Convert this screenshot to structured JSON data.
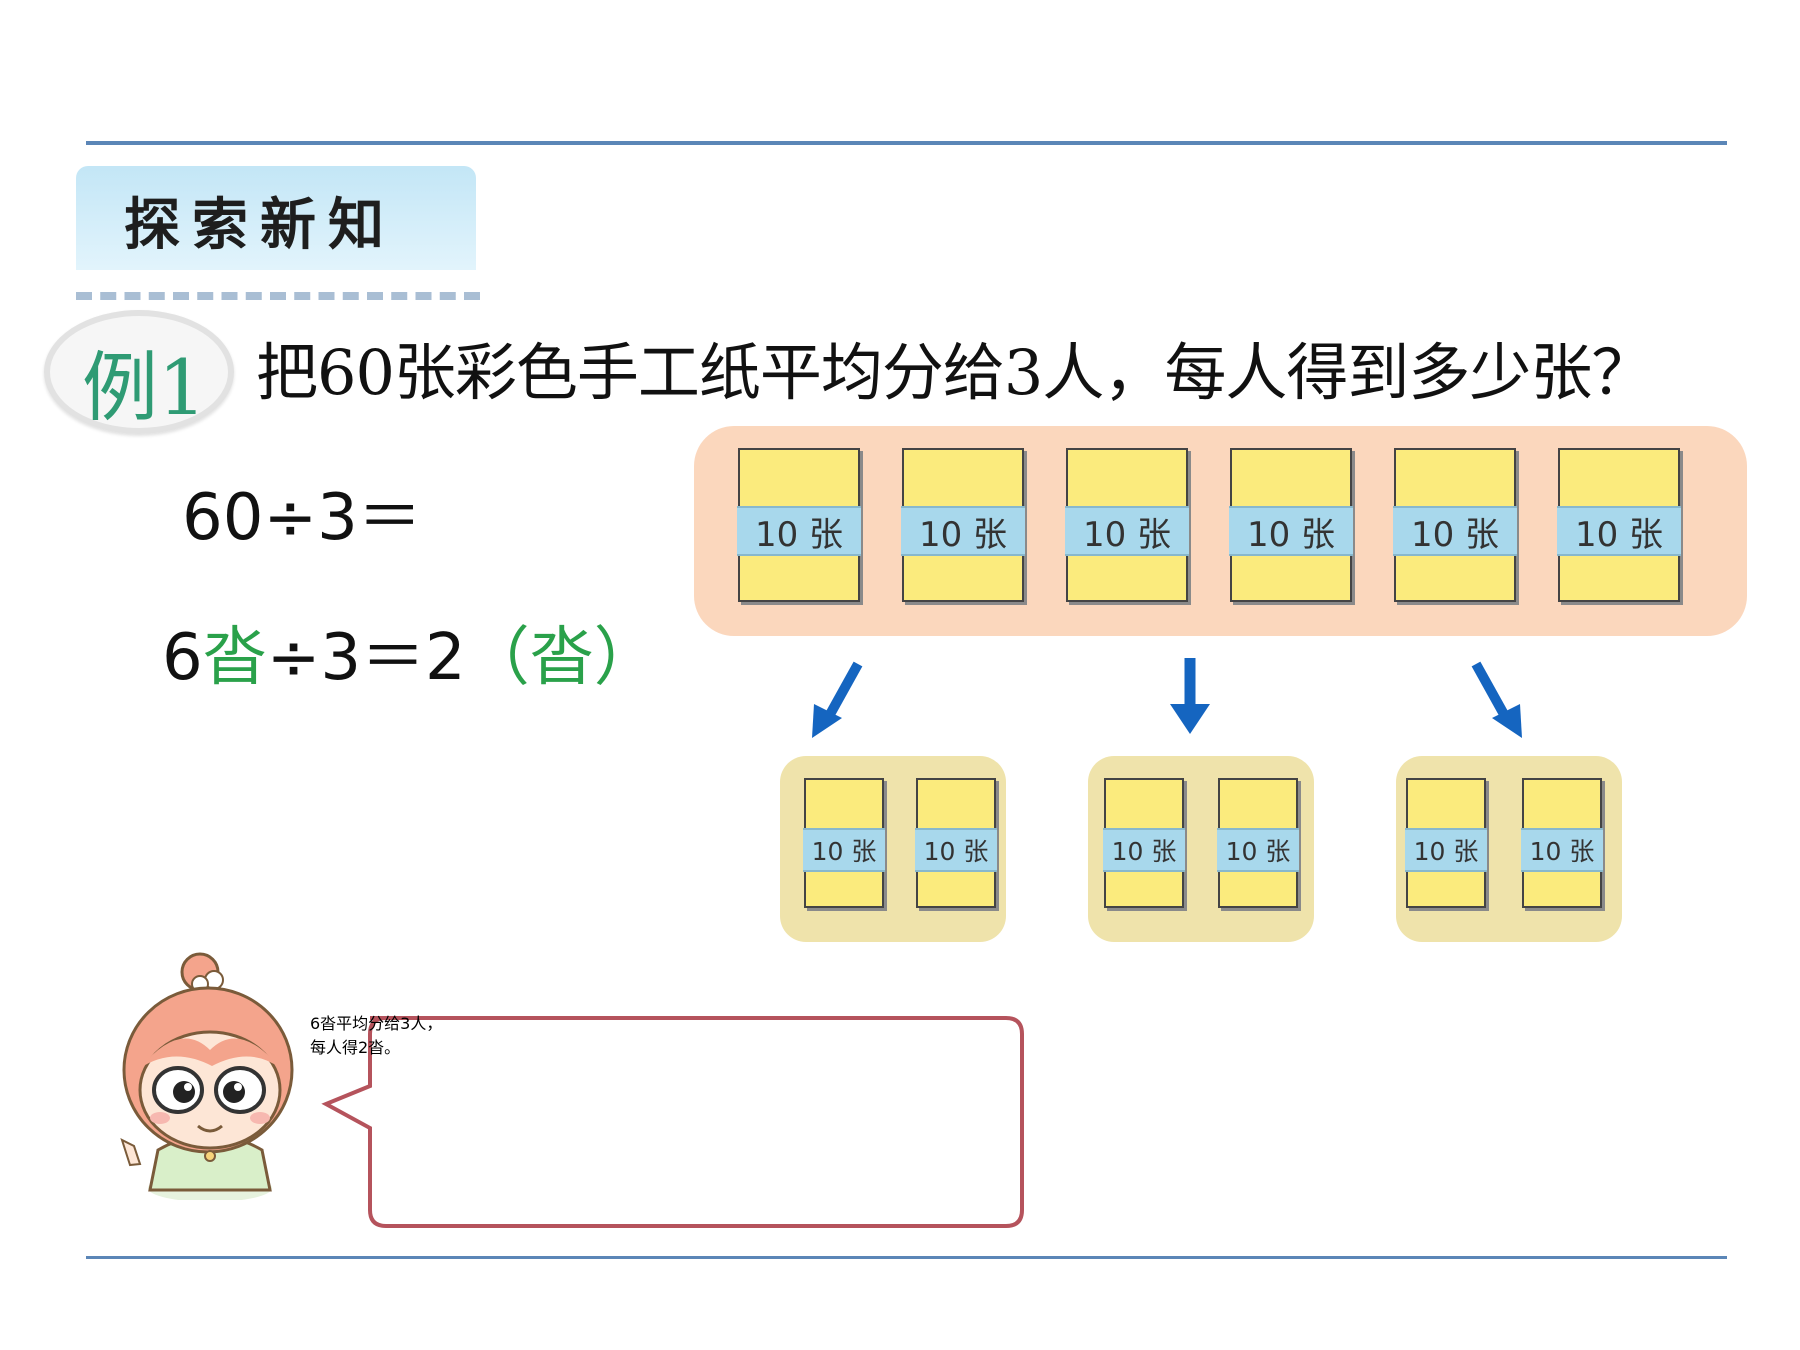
{
  "section": {
    "title": "探索新知"
  },
  "example": {
    "badge": "例1",
    "question": "把60张彩色手工纸平均分给3人，每人得到多少张？"
  },
  "equations": {
    "line1": "60÷3＝",
    "line2": [
      {
        "text": "6",
        "color": "black"
      },
      {
        "text": "沓",
        "color": "green"
      },
      {
        "text": "÷3＝2",
        "color": "black"
      },
      {
        "text": "（沓）",
        "color": "green"
      }
    ]
  },
  "stacks": {
    "card_label": "10 张",
    "total_cards": 6,
    "groups": [
      {
        "cards": 2
      },
      {
        "cards": 2
      },
      {
        "cards": 2
      }
    ]
  },
  "speech": {
    "line1": "6沓平均分给3人，",
    "line2": "每人得2沓。"
  },
  "colors": {
    "rule": "#5b86b7",
    "accent_green": "#2aa14a",
    "card_yellow": "#fbeb7d",
    "band_blue": "#a8d8ec",
    "arrow_blue": "#1565c0",
    "bubble_border": "#b5535c"
  }
}
